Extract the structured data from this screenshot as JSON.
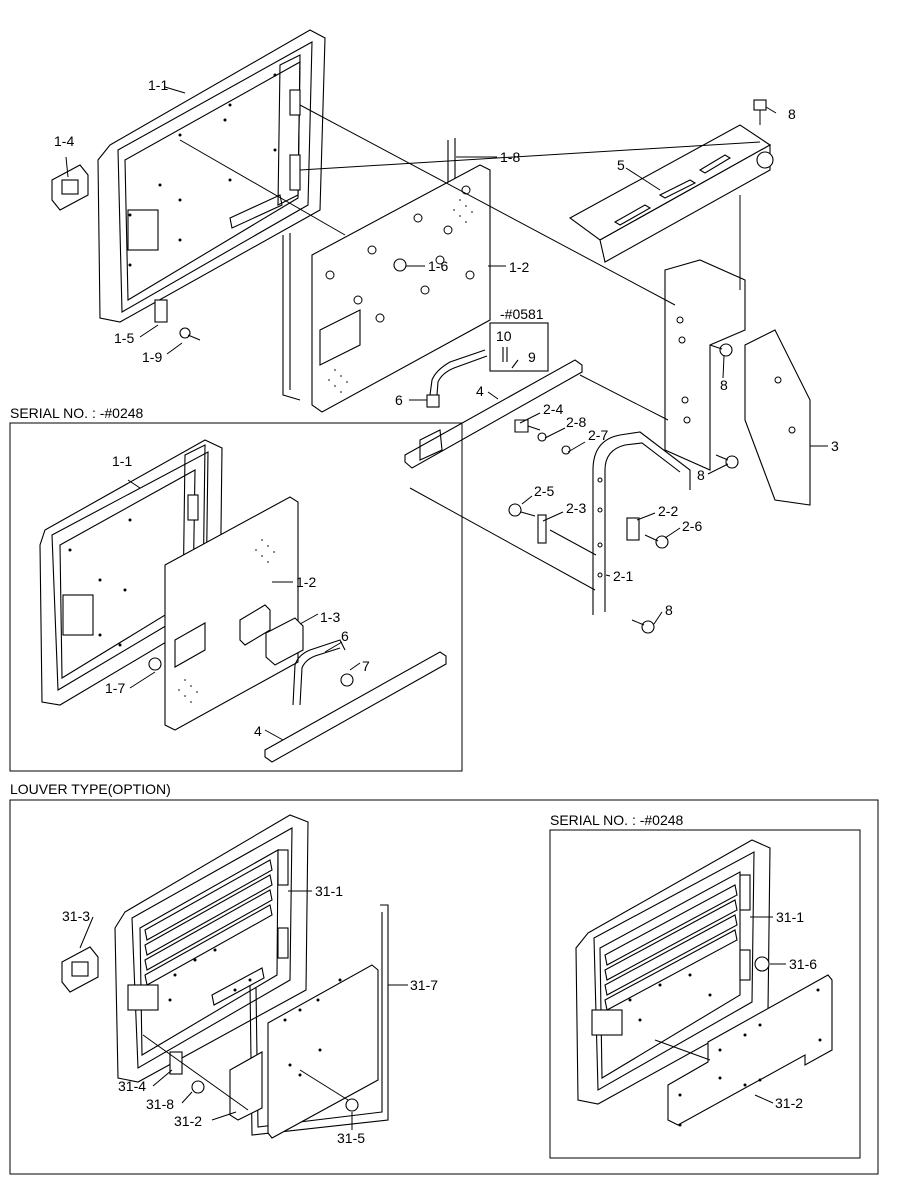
{
  "sections": {
    "serial_box_left": "SERIAL NO. : -#0248",
    "louver_title": "LOUVER TYPE(OPTION)",
    "serial_box_right": "SERIAL NO. : -#0248"
  },
  "callouts": {
    "main": [
      "1-1",
      "1-4",
      "1-5",
      "1-9",
      "1-8",
      "1-6",
      "1-2",
      "-#0581",
      "10",
      "9",
      "6",
      "4",
      "5",
      "8",
      "8",
      "8",
      "3",
      "8",
      "2-4",
      "2-8",
      "2-7",
      "2-5",
      "2-3",
      "2-2",
      "2-6",
      "2-1",
      "8"
    ],
    "serial_left": [
      "1-1",
      "1-2",
      "1-3",
      "6",
      "7",
      "1-7",
      "4"
    ],
    "louver_left": [
      "31-3",
      "31-1",
      "31-7",
      "31-4",
      "31-8",
      "31-2",
      "31-5"
    ],
    "louver_right": [
      "31-1",
      "31-6",
      "31-2"
    ]
  }
}
